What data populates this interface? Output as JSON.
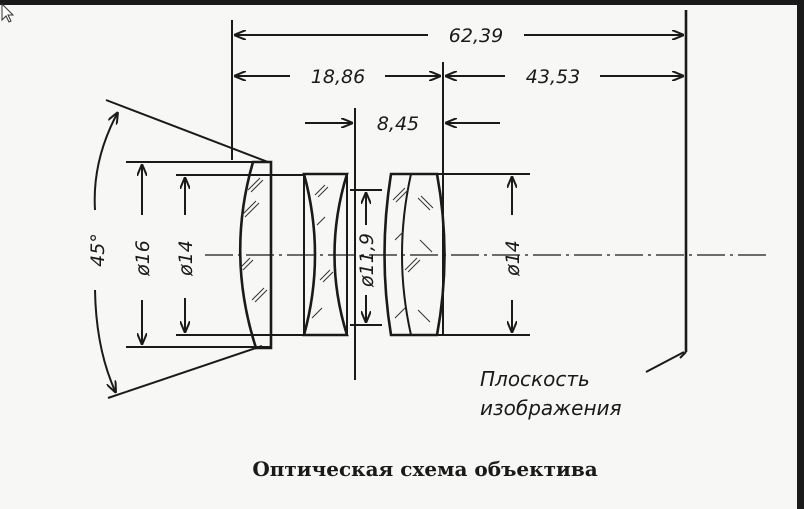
{
  "diagram": {
    "dimensions": {
      "total_length": "62,39",
      "front_group": "18,86",
      "back_focus": "43,53",
      "stop_gap": "8,45",
      "front_lens_diameter": "ø16",
      "front_lens_clear": "ø14",
      "stop_diameter": "ø11,9",
      "rear_lens_diameter": "ø14",
      "field_angle": "45°"
    },
    "image_plane_label": [
      "Плоскость",
      "изображения"
    ],
    "caption": "Оптическая схема объектива"
  },
  "colors": {
    "ink": "#1a1a1a",
    "paper": "#f7f7f5",
    "frame": "#1a1a1a"
  }
}
